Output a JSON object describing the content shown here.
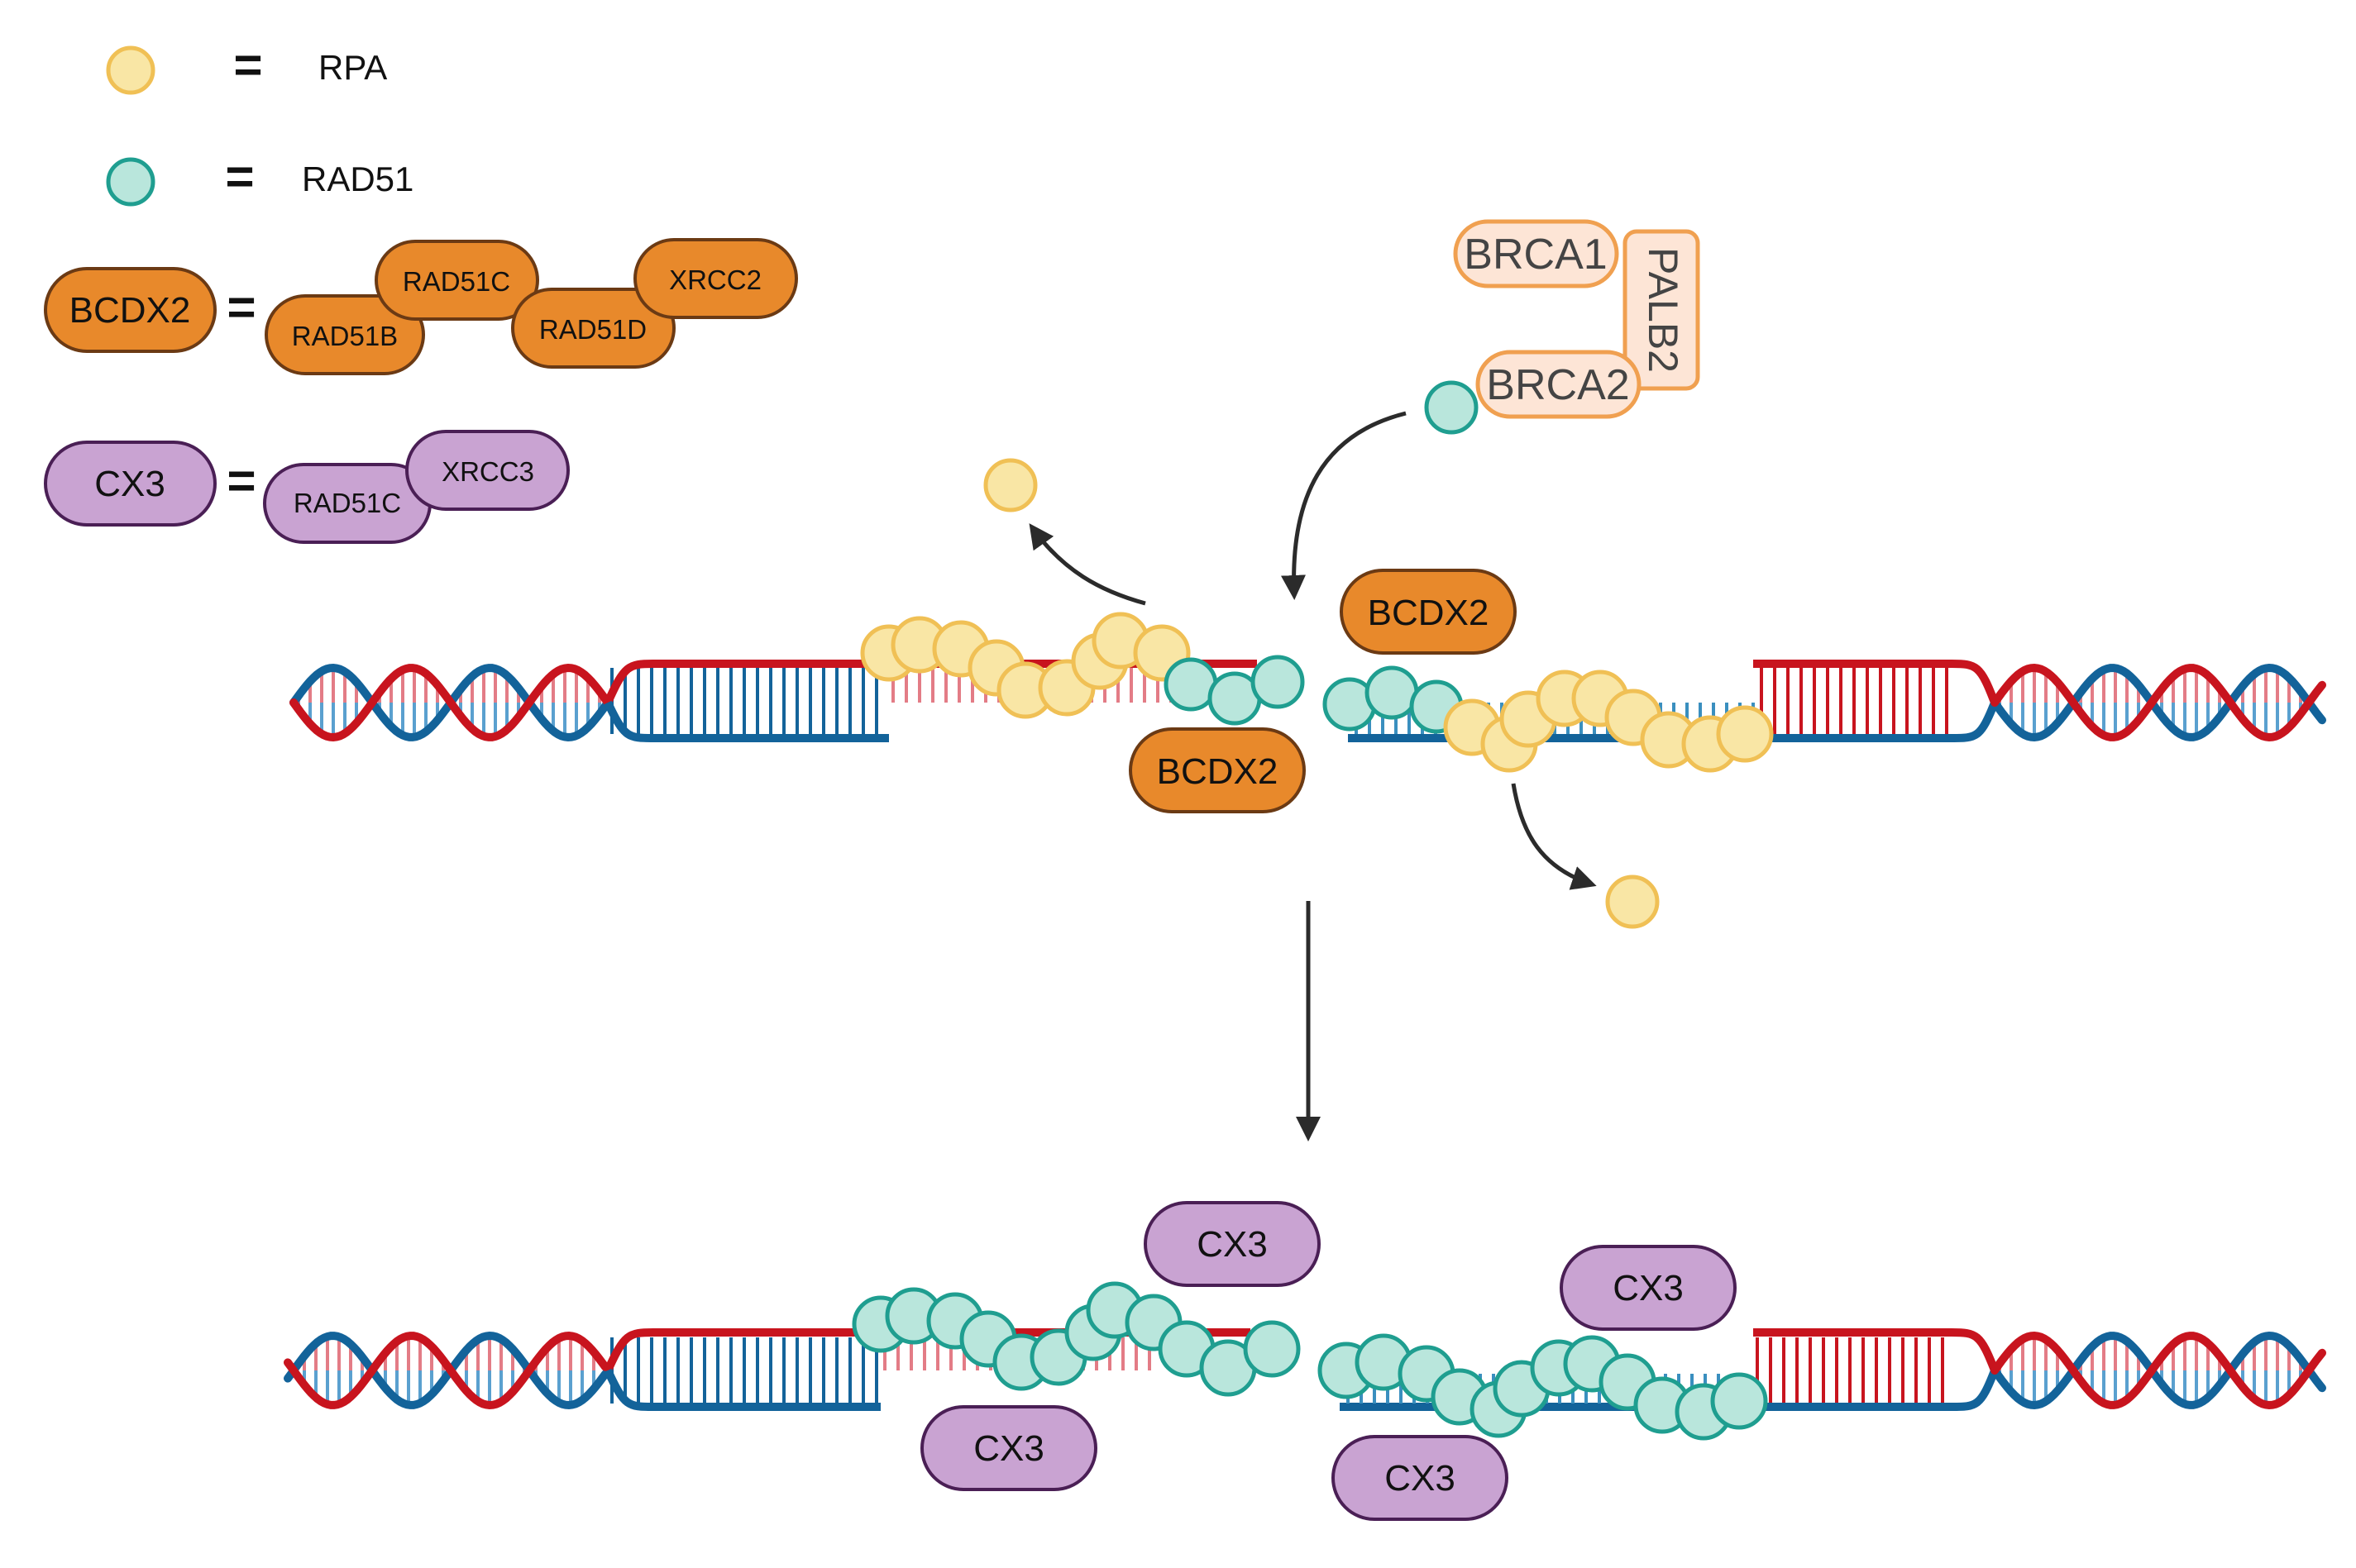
{
  "legend": {
    "equals": "=",
    "rpa": {
      "label": "RPA"
    },
    "rad51": {
      "label": "RAD51"
    },
    "bcdx2": {
      "name": "BCDX2",
      "subunits": [
        "RAD51C",
        "RAD51B",
        "RAD51D",
        "XRCC2"
      ]
    },
    "cx3": {
      "name": "CX3",
      "subunits": [
        "XRCC3",
        "RAD51C"
      ]
    }
  },
  "mediator": {
    "brca1": "BRCA1",
    "palb2": "PALB2",
    "brca2": "BRCA2"
  },
  "stage1": {
    "complex_top": "BCDX2",
    "complex_bottom": "BCDX2"
  },
  "stage2": {
    "complexes": [
      "CX3",
      "CX3",
      "CX3",
      "CX3"
    ]
  },
  "colors": {
    "rpa_fill": "#f9e6a5",
    "rpa_stroke": "#f0c055",
    "rad51_fill": "#b9e6dc",
    "rad51_stroke": "#1f9e90",
    "bcdx2": "#e8892b",
    "cx3": "#c9a3d2",
    "brca_fill": "#fde5d6",
    "brca_stroke": "#f0a050",
    "dna_red": "#c8141e",
    "dna_blue": "#13639a"
  }
}
